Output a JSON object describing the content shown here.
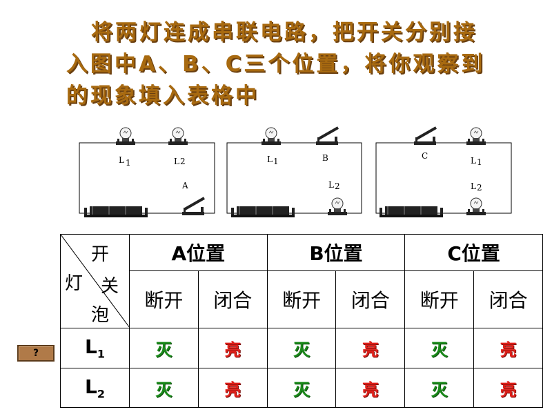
{
  "title": {
    "line1": "将两灯连成串联电路，把开关分别接",
    "line2": "入图中A、B、C三个位置，将你观察到",
    "line3": "的现象填入表格中"
  },
  "circuits": {
    "a": {
      "bulb1": "L",
      "bulb1_sub": "1",
      "bulb2": "L",
      "bulb2_sub": "2",
      "switch": "A"
    },
    "b": {
      "bulb1": "L",
      "bulb1_sub": "1",
      "bulb2": "L",
      "bulb2_sub": "2",
      "switch": "B"
    },
    "c": {
      "bulb1": "L",
      "bulb1_sub": "1",
      "bulb2": "L",
      "bulb2_sub": "2",
      "switch": "C"
    }
  },
  "table": {
    "corner": {
      "switch_top": "开",
      "lamp_left": "灯",
      "switch_right": "关",
      "lamp_bottom": "泡"
    },
    "positions": [
      "A位置",
      "B位置",
      "C位置"
    ],
    "states": [
      "断开",
      "闭合",
      "断开",
      "闭合",
      "断开",
      "闭合"
    ],
    "rows": [
      {
        "label": "L",
        "sub": "1",
        "values": [
          "灭",
          "亮",
          "灭",
          "亮",
          "灭",
          "亮"
        ]
      },
      {
        "label": "L",
        "sub": "2",
        "values": [
          "灭",
          "亮",
          "灭",
          "亮",
          "灭",
          "亮"
        ]
      }
    ]
  },
  "help_button": {
    "label": "?"
  },
  "colors": {
    "title": "#a86a10",
    "off": "#1a8a1a",
    "on": "#e0201a"
  }
}
